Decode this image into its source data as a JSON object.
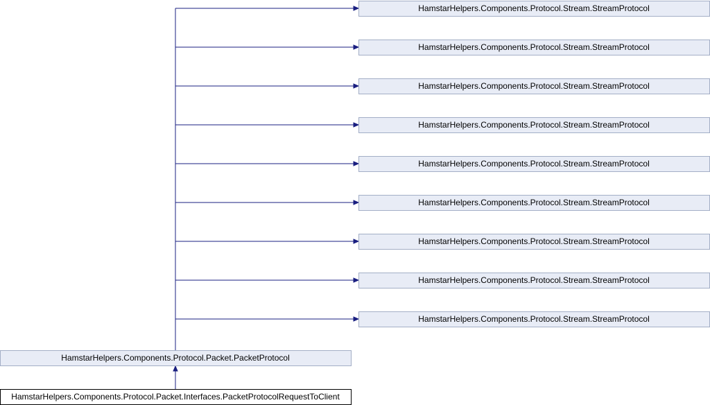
{
  "diagram": {
    "stream_nodes": [
      {
        "label": "HamstarHelpers.Components.Protocol.Stream.StreamProtocol"
      },
      {
        "label": "HamstarHelpers.Components.Protocol.Stream.StreamProtocol"
      },
      {
        "label": "HamstarHelpers.Components.Protocol.Stream.StreamProtocol"
      },
      {
        "label": "HamstarHelpers.Components.Protocol.Stream.StreamProtocol"
      },
      {
        "label": "HamstarHelpers.Components.Protocol.Stream.StreamProtocol"
      },
      {
        "label": "HamstarHelpers.Components.Protocol.Stream.StreamProtocol"
      },
      {
        "label": "HamstarHelpers.Components.Protocol.Stream.StreamProtocol"
      },
      {
        "label": "HamstarHelpers.Components.Protocol.Stream.StreamProtocol"
      },
      {
        "label": "HamstarHelpers.Components.Protocol.Stream.StreamProtocol"
      }
    ],
    "packet_node": {
      "label": "HamstarHelpers.Components.Protocol.Packet.PacketProtocol"
    },
    "focus_node": {
      "label": "HamstarHelpers.Components.Protocol.Packet.Interfaces.PacketProtocolRequestToClient"
    },
    "colors": {
      "node_fill": "#e8ecf6",
      "node_border": "#a3aec6",
      "edge": "#1a1f80",
      "focus_border": "#000000"
    }
  }
}
